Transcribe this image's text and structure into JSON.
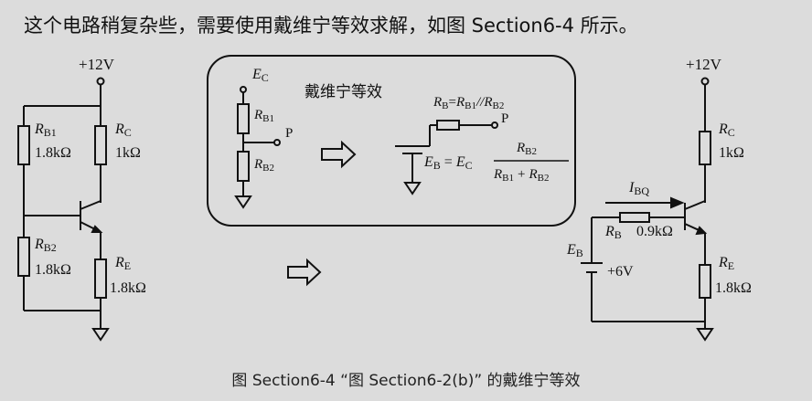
{
  "heading": "这个电路稍复杂些，需要使用戴维宁等效求解，如图 Section6-4 所示。",
  "caption": "图 Section6-4 “图 Section6-2(b)” 的戴维宁等效",
  "left_circuit": {
    "supply": "+12V",
    "rb1_name": "R",
    "rb1_sub": "B1",
    "rb1_value": "1.8kΩ",
    "rc_name": "R",
    "rc_sub": "C",
    "rc_value": "1kΩ",
    "rb2_name": "R",
    "rb2_sub": "B2",
    "rb2_value": "1.8kΩ",
    "re_name": "R",
    "re_sub": "E",
    "re_value": "1.8kΩ"
  },
  "thevenin_box": {
    "title": "戴维宁等效",
    "ec_name": "E",
    "ec_sub": "C",
    "rb1_name": "R",
    "rb1_sub": "B1",
    "rb2_name": "R",
    "rb2_sub": "B2",
    "node_p": "P",
    "rb_formula": {
      "a": "R",
      "a_sub": "B",
      "eq": "=",
      "b": "R",
      "b_sub": "B1",
      "par": "//",
      "c": "R",
      "c_sub": "B2"
    },
    "node_p2": "P",
    "eb_formula": {
      "lhs": "E",
      "lhs_sub": "B",
      "eq": "=",
      "ec": "E",
      "ec_sub": "C",
      "num": "R",
      "num_sub": "B2",
      "den1": "R",
      "den1_sub": "B1",
      "plus": "+",
      "den2": "R",
      "den2_sub": "B2"
    }
  },
  "right_circuit": {
    "supply": "+12V",
    "rc_name": "R",
    "rc_sub": "C",
    "rc_value": "1kΩ",
    "ibq_name": "I",
    "ibq_sub": "BQ",
    "rb_name": "R",
    "rb_sub": "B",
    "rb_value": "0.9kΩ",
    "eb_name": "E",
    "eb_sub": "B",
    "eb_value": "+6V",
    "re_name": "R",
    "re_sub": "E",
    "re_value": "1.8kΩ"
  }
}
